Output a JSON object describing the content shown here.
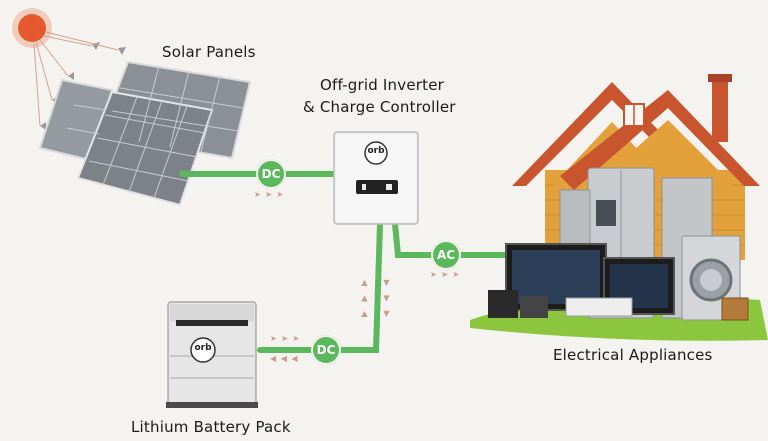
{
  "labels": {
    "solar_panels": "Solar Panels",
    "inverter_line1": "Off-grid Inverter",
    "inverter_line2": "& Charge Controller",
    "appliances": "Electrical Appliances",
    "battery": "Lithium Battery Pack"
  },
  "connections": {
    "panel_to_inverter": "DC",
    "inverter_to_appliances": "AC",
    "battery_to_inverter": "DC"
  },
  "brand": {
    "inverter_logo": "orb",
    "battery_logo": "orb"
  },
  "flow_arrows": {
    "right": "➤ ➤ ➤",
    "left": "◀ ◀ ◀",
    "up": "▲ ▲ ▲",
    "down": "▼ ▼ ▼"
  },
  "colors": {
    "line": "#5cb85c",
    "sun": "#e45a2d",
    "panel": "#7d8288",
    "house_roof": "#c8552e",
    "house_wall": "#e3a13c",
    "lawn": "#8cc63f"
  },
  "icons": {
    "sun": "sun-icon",
    "solar_panel": "solar-panel-icon",
    "inverter": "inverter-icon",
    "battery": "battery-icon",
    "house": "house-icon",
    "appliances": "appliances-icon"
  }
}
